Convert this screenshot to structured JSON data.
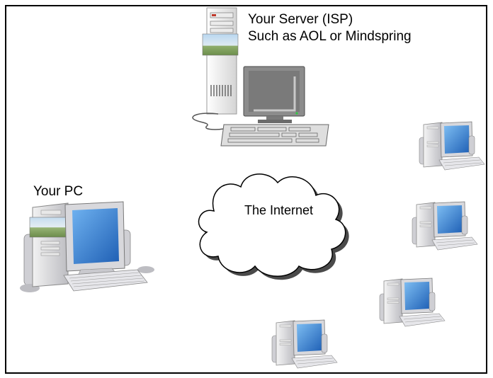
{
  "server": {
    "label_line1": "Your Server (ISP)",
    "label_line2": "Such as AOL or Mindspring",
    "icon": "server-workstation-icon"
  },
  "pc": {
    "label": "Your PC",
    "icon": "desktop-computer-icon"
  },
  "internet": {
    "label": "The Internet",
    "icon": "cloud-icon"
  },
  "other_computers": [
    {
      "icon": "desktop-computer-icon"
    },
    {
      "icon": "desktop-computer-icon"
    },
    {
      "icon": "desktop-computer-icon"
    },
    {
      "icon": "desktop-computer-icon"
    }
  ],
  "colors": {
    "frame": "#000000",
    "screen_blue": "#2f7fd6",
    "case_gray": "#d9d9dc",
    "monitor_gray": "#8a8a8a",
    "cloud_fill": "#ffffff",
    "cloud_shadow": "#555555"
  }
}
